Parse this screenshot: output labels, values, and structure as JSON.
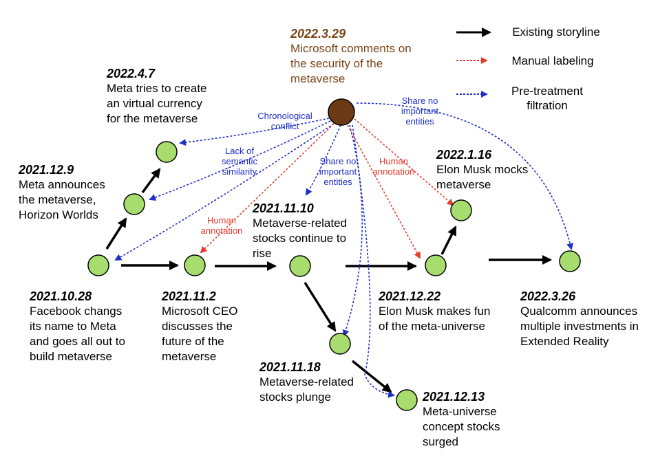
{
  "colors": {
    "node_fill": "#a6dd6e",
    "center_fill": "#6b3a14",
    "center_date": "#7a4516",
    "red": "#e63a2e",
    "blue": "#1f2fc8",
    "black": "#000000"
  },
  "legend": {
    "existing": "Existing storyline",
    "manual": "Manual labeling",
    "pretreatment": "Pre-treatment\nfiltration"
  },
  "center_event": {
    "date": "2022.3.29",
    "text": "Microsoft comments on\nthe security of the\nmetaverse"
  },
  "events": {
    "e20221028": {
      "date": "2021.10.28",
      "text": "Facebook changs\nits name to Meta\nand goes all out to\nbuild metaverse"
    },
    "e2021112": {
      "date": "2021.11.2",
      "text": "Microsoft CEO\ndiscusses the\nfuture of the\nmetaverse"
    },
    "e20211110": {
      "date": "2021.11.10",
      "text": "Metaverse-related\nstocks continue to\nrise"
    },
    "e20211118": {
      "date": "2021.11.18",
      "text": "Metaverse-related\nstocks plunge"
    },
    "e20211213": {
      "date": "2021.12.13",
      "text": "Meta-universe\nconcept stocks\nsurged"
    },
    "e20211222": {
      "date": "2021.12.22",
      "text": "Elon Musk makes fun\nof the meta-universe"
    },
    "e2022116": {
      "date": "2022.1.16",
      "text": "Elon Musk mocks\nmetaverse"
    },
    "e2022326": {
      "date": "2022.3.26",
      "text": "Qualcomm announces\nmultiple investments  in\nExtended Reality"
    },
    "e2021129": {
      "date": "2021.12.9",
      "text": "Meta announces\nthe metaverse,\nHorizon Worlds"
    },
    "e202247": {
      "date": "2022.4.7",
      "text": "Meta tries to create\nan  virtual currency\nfor the metaverse"
    }
  },
  "annotations": {
    "chronological": "Chronological\nconflict",
    "lack_semantic": "Lack of\nsemantic\nsimilarity",
    "human1": "Human\nannotation",
    "share1": "Share no\nimportant\nentities",
    "human2": "Human\nannotation",
    "share2": "Share no\nimportant\nentities"
  }
}
